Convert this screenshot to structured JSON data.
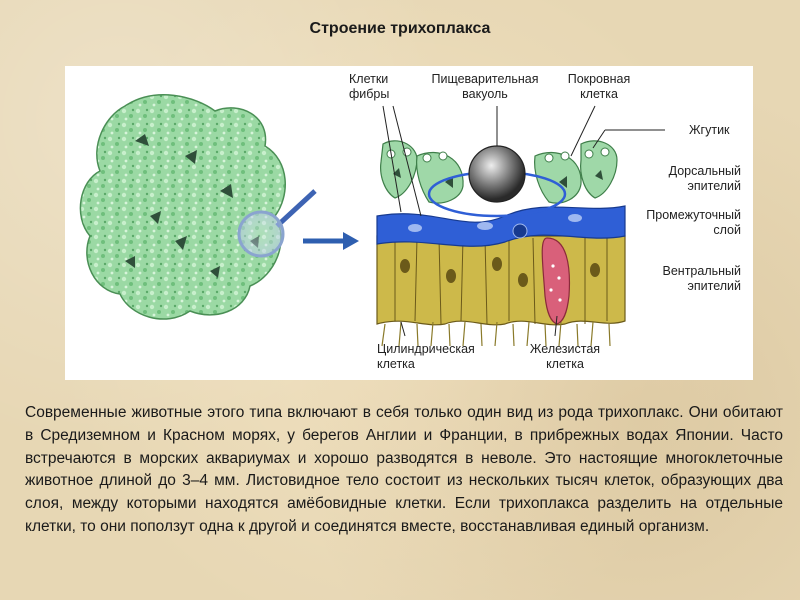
{
  "title": "Строение трихоплакса",
  "diagram": {
    "labels": {
      "fiber_cells": "Клетки\nфибры",
      "digestive_vacuole": "Пищеварительная\nвакуоль",
      "cover_cell": "Покровная\nклетка",
      "flagellum": "Жгутик",
      "dorsal_epithelium": "Дорсальный\nэпителий",
      "intermediate_layer": "Промежуточный\nслой",
      "ventral_epithelium": "Вентральный\nэпителий",
      "cylindrical_cell": "Цилиндрическая\nклетка",
      "glandular_cell": "Железистая\nклетка"
    },
    "colors": {
      "body_green": "#8fd39a",
      "dorsal_cells": "#9fd8a8",
      "intermediate_blue": "#2f5fd6",
      "ventral_yellow": "#c9b545",
      "glandular_pink": "#d9607a",
      "arrow_blue": "#2e5fb0"
    }
  },
  "text": "Современные животные этого типа включают в себя только один вид из рода трихоплакс. Они обитают в Средиземном и Красном морях, у берегов Англии и Франции, в прибрежных водах Японии. Часто встречаются в морских аквариумах и хорошо разводятся в неволе. Это настоящие многоклеточные животное длиной до 3–4 мм. Листовидное тело состоит из нескольких тысяч клеток, образующих два слоя, между которыми находятся амёбовидные клетки. Если трихоплакса разделить на отдельные клетки, то они поползут одна к другой и соединятся вместе, восстанавливая единый организм."
}
